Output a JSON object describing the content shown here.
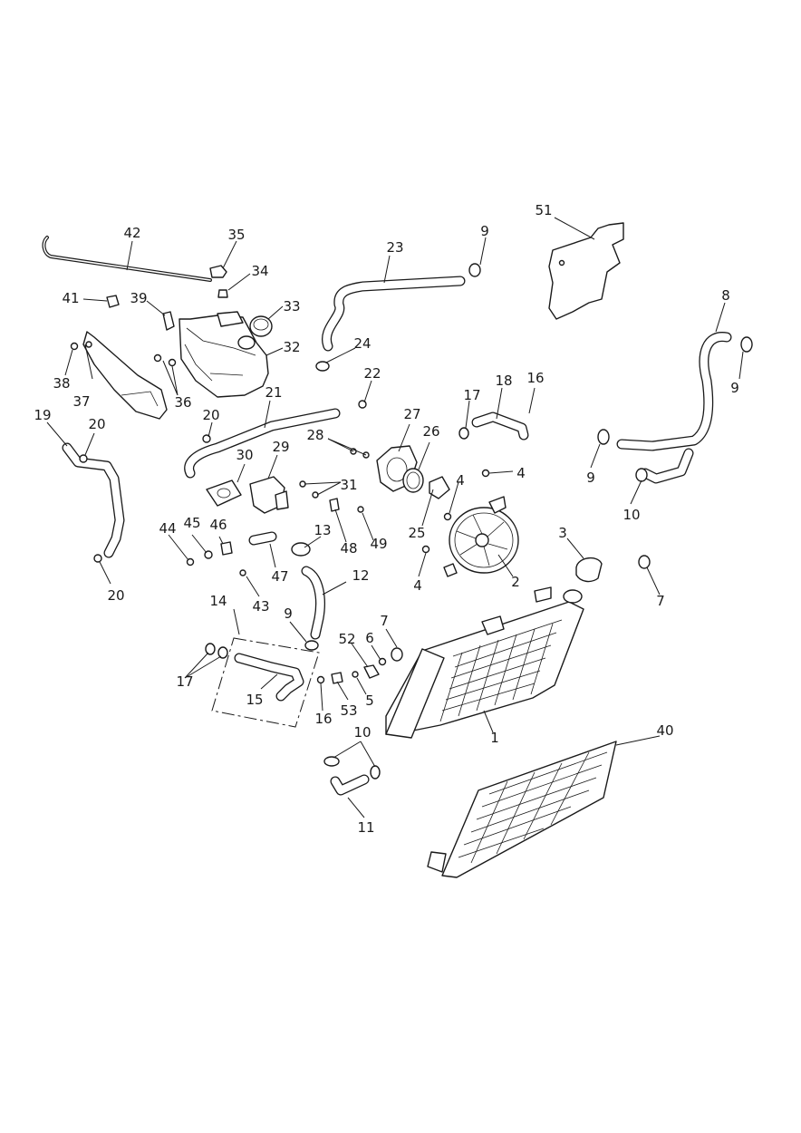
{
  "callouts": [
    {
      "id": "1",
      "text": "1"
    },
    {
      "id": "2",
      "text": "2"
    },
    {
      "id": "3",
      "text": "3"
    },
    {
      "id": "4a",
      "text": "4"
    },
    {
      "id": "4b",
      "text": "4"
    },
    {
      "id": "4c",
      "text": "4"
    },
    {
      "id": "5",
      "text": "5"
    },
    {
      "id": "6",
      "text": "6"
    },
    {
      "id": "7a",
      "text": "7"
    },
    {
      "id": "7b",
      "text": "7"
    },
    {
      "id": "8",
      "text": "8"
    },
    {
      "id": "9a",
      "text": "9"
    },
    {
      "id": "9b",
      "text": "9"
    },
    {
      "id": "9c",
      "text": "9"
    },
    {
      "id": "9d",
      "text": "9"
    },
    {
      "id": "10a",
      "text": "10"
    },
    {
      "id": "10b",
      "text": "10"
    },
    {
      "id": "11",
      "text": "11"
    },
    {
      "id": "12",
      "text": "12"
    },
    {
      "id": "13",
      "text": "13"
    },
    {
      "id": "14",
      "text": "14"
    },
    {
      "id": "15",
      "text": "15"
    },
    {
      "id": "16a",
      "text": "16"
    },
    {
      "id": "16b",
      "text": "16"
    },
    {
      "id": "17a",
      "text": "17"
    },
    {
      "id": "17b",
      "text": "17"
    },
    {
      "id": "18",
      "text": "18"
    },
    {
      "id": "19",
      "text": "19"
    },
    {
      "id": "20a",
      "text": "20"
    },
    {
      "id": "20b",
      "text": "20"
    },
    {
      "id": "20c",
      "text": "20"
    },
    {
      "id": "21",
      "text": "21"
    },
    {
      "id": "22",
      "text": "22"
    },
    {
      "id": "23",
      "text": "23"
    },
    {
      "id": "24",
      "text": "24"
    },
    {
      "id": "25",
      "text": "25"
    },
    {
      "id": "26",
      "text": "26"
    },
    {
      "id": "27",
      "text": "27"
    },
    {
      "id": "28",
      "text": "28"
    },
    {
      "id": "29",
      "text": "29"
    },
    {
      "id": "30",
      "text": "30"
    },
    {
      "id": "31",
      "text": "31"
    },
    {
      "id": "32",
      "text": "32"
    },
    {
      "id": "33",
      "text": "33"
    },
    {
      "id": "34",
      "text": "34"
    },
    {
      "id": "35",
      "text": "35"
    },
    {
      "id": "36",
      "text": "36"
    },
    {
      "id": "37",
      "text": "37"
    },
    {
      "id": "38",
      "text": "38"
    },
    {
      "id": "39",
      "text": "39"
    },
    {
      "id": "40",
      "text": "40"
    },
    {
      "id": "41",
      "text": "41"
    },
    {
      "id": "42",
      "text": "42"
    },
    {
      "id": "43",
      "text": "43"
    },
    {
      "id": "44",
      "text": "44"
    },
    {
      "id": "45",
      "text": "45"
    },
    {
      "id": "46",
      "text": "46"
    },
    {
      "id": "47",
      "text": "47"
    },
    {
      "id": "48",
      "text": "48"
    },
    {
      "id": "49",
      "text": "49"
    },
    {
      "id": "51",
      "text": "51"
    },
    {
      "id": "52",
      "text": "52"
    },
    {
      "id": "53",
      "text": "53"
    }
  ],
  "parts": [
    {
      "id": "radiator",
      "icon": "radiator-icon"
    },
    {
      "id": "radiator-guard",
      "icon": "mesh-guard-icon"
    },
    {
      "id": "cooling-fan",
      "icon": "fan-icon"
    },
    {
      "id": "expansion-tank",
      "icon": "tank-icon"
    },
    {
      "id": "tank-cover",
      "icon": "cover-panel-icon"
    },
    {
      "id": "heat-shield",
      "icon": "heat-shield-icon"
    },
    {
      "id": "water-pump",
      "icon": "pump-icon"
    },
    {
      "id": "thermostat-housing",
      "icon": "housing-icon"
    },
    {
      "id": "radiator-cap",
      "icon": "cap-icon"
    }
  ]
}
